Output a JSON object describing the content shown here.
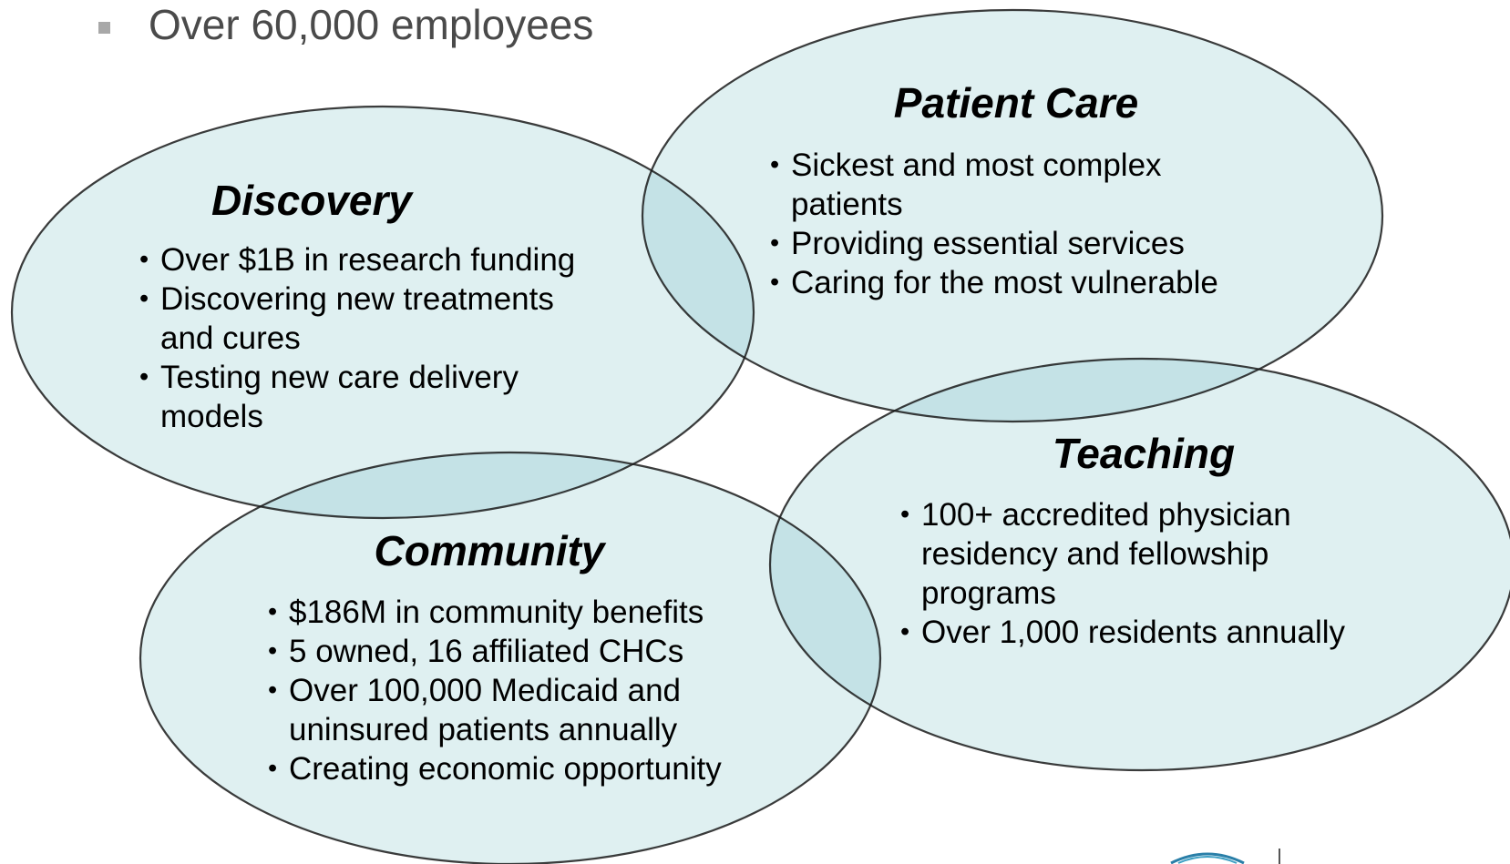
{
  "header": {
    "bullet_text": "Over 60,000 employees"
  },
  "colors": {
    "ellipse_fill": "#dff0f1",
    "ellipse_stroke": "#1a1a1a",
    "overlap_fill": "#c4e2e6",
    "text": "#000000",
    "bullet_text": "#4a4a4a",
    "bullet_marker": "#a8a8a8"
  },
  "discovery": {
    "title": "Discovery",
    "items": [
      "Over $1B in research funding",
      "Discovering new treatments and cures",
      "Testing new care delivery models"
    ]
  },
  "patient_care": {
    "title": "Patient Care",
    "items": [
      "Sickest and most complex patients",
      "Providing essential services",
      "Caring for the most vulnerable"
    ]
  },
  "teaching": {
    "title": "Teaching",
    "items": [
      "100+ accredited physician residency and fellowship programs",
      "Over 1,000 residents annually"
    ]
  },
  "community": {
    "title": "Community",
    "items": [
      "$186M in community benefits",
      "5 owned, 16 affiliated CHCs",
      "Over 100,000 Medicaid and uninsured patients annually",
      "Creating economic opportunity"
    ]
  }
}
